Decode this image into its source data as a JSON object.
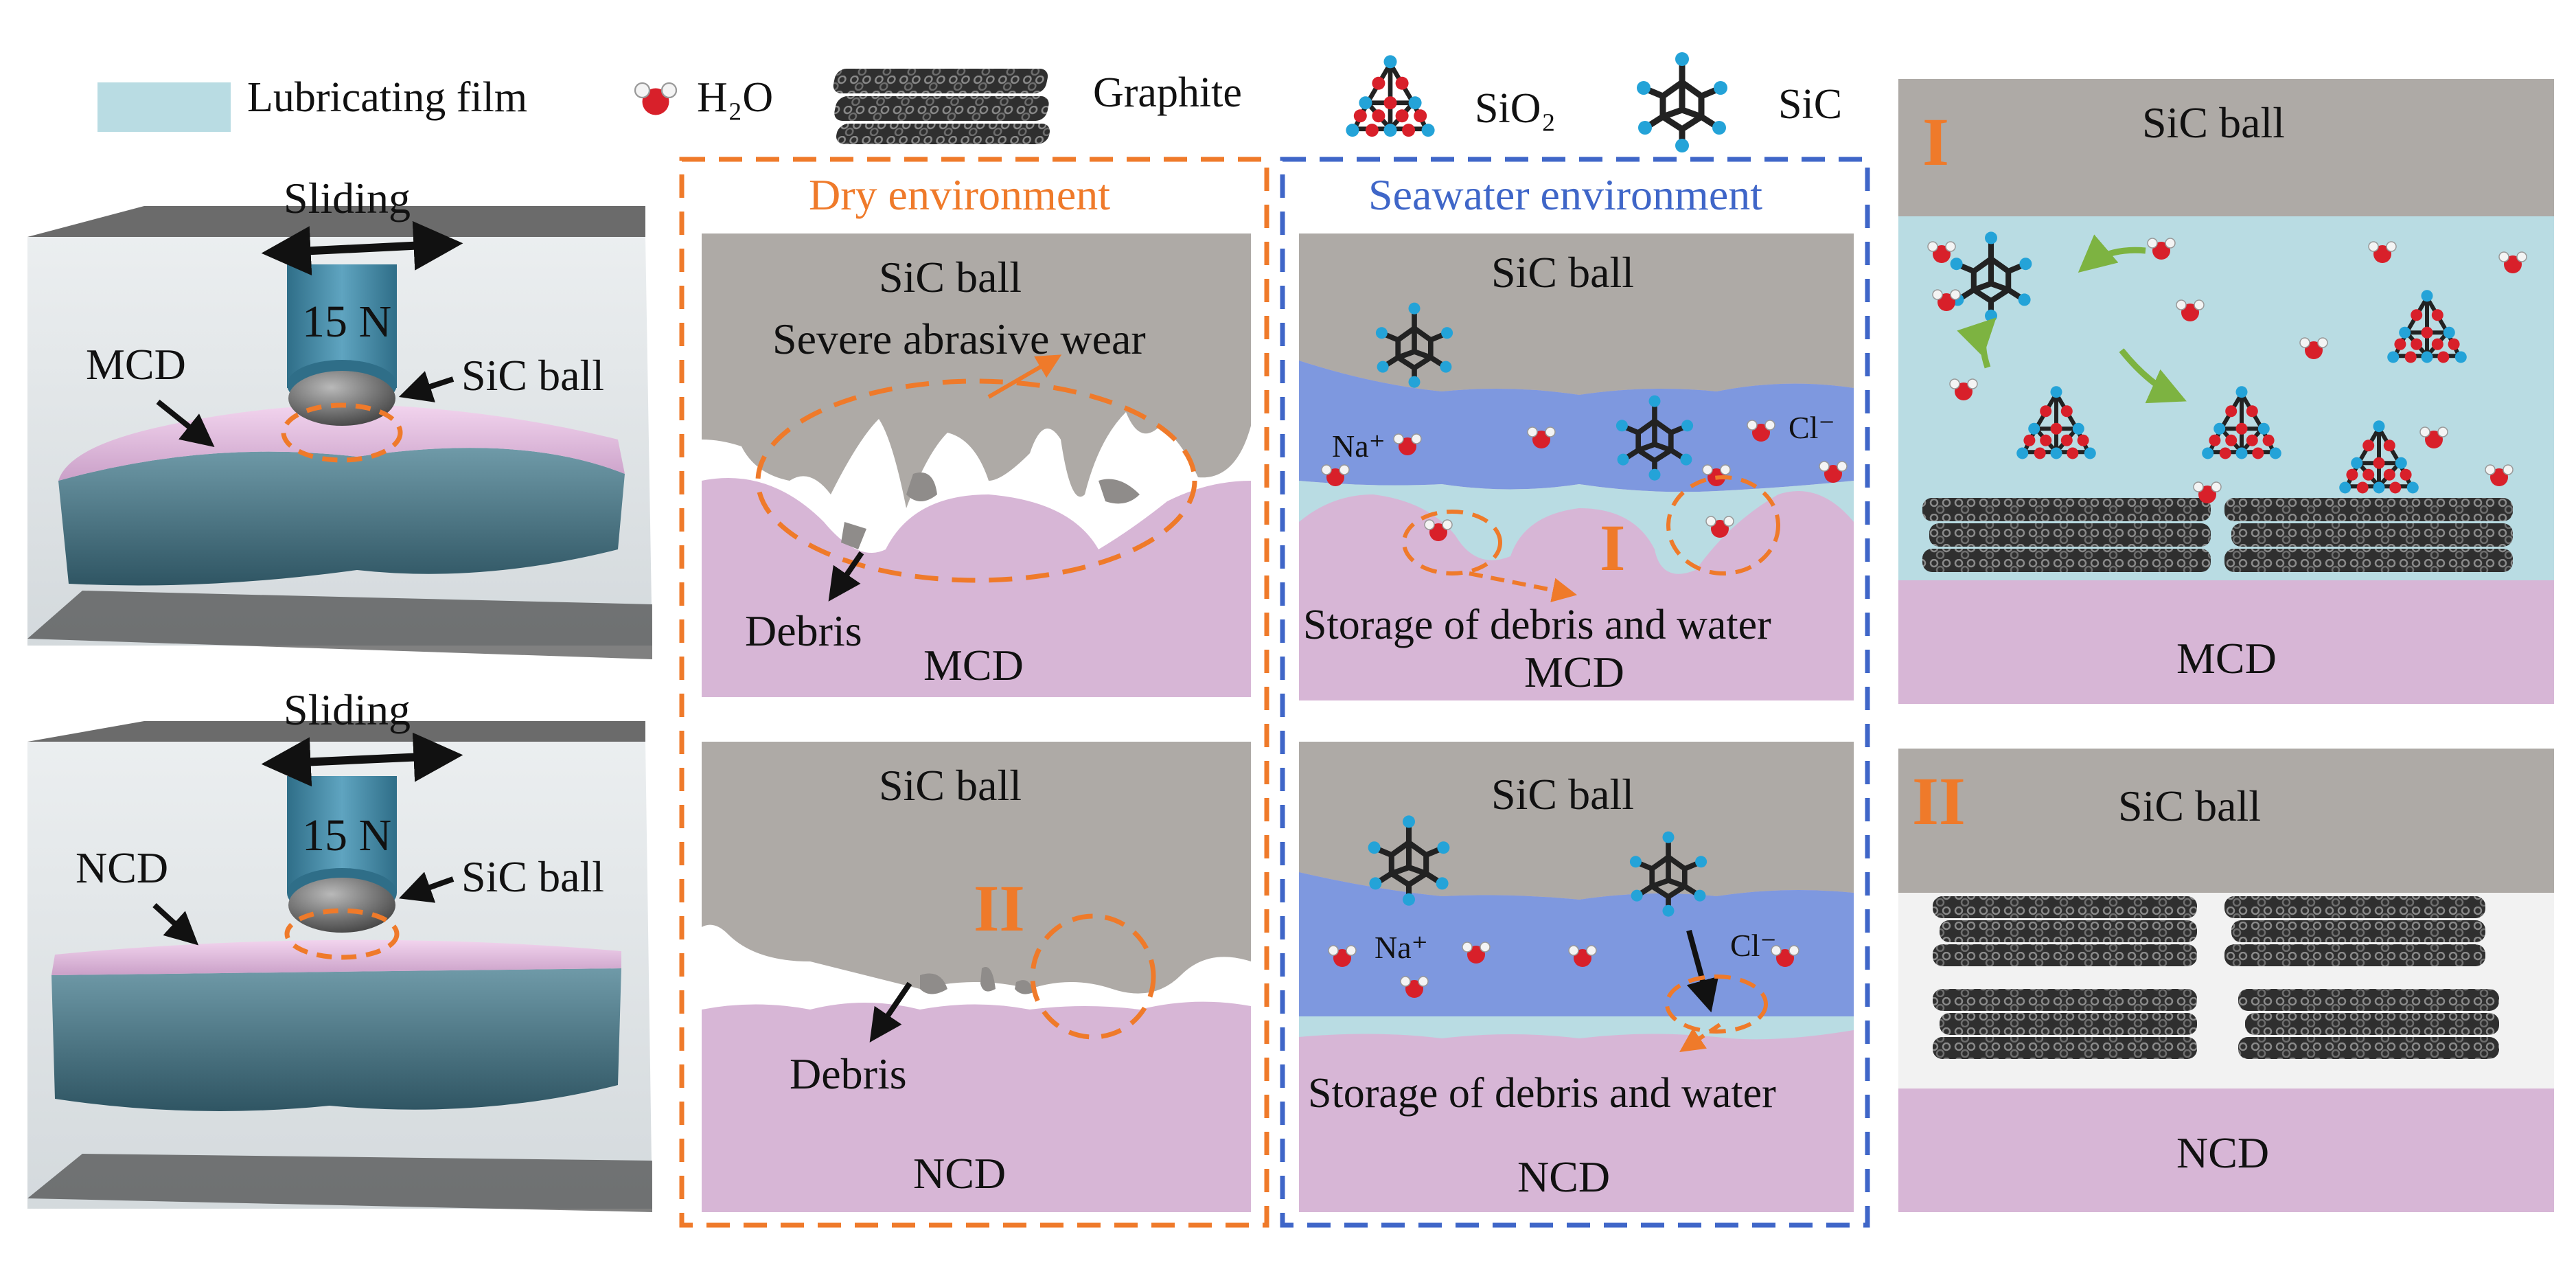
{
  "legend": {
    "lubricating_film": "Lubricating film",
    "water": "H₂O",
    "graphite": "Graphite",
    "silica": "SiO₂",
    "silicon_carbide": "SiC"
  },
  "left_column": {
    "top": {
      "sliding": "Sliding",
      "load": "15 N",
      "coating": "MCD",
      "ball": "SiC ball"
    },
    "bottom": {
      "sliding": "Sliding",
      "load": "15 N",
      "coating": "NCD",
      "ball": "SiC ball"
    }
  },
  "dry_panel": {
    "title": "Dry environment",
    "top": {
      "ball": "SiC ball",
      "note": "Severe abrasive wear",
      "debris": "Debris",
      "substrate": "MCD"
    },
    "bottom": {
      "ball": "SiC ball",
      "marker": "II",
      "debris": "Debris",
      "substrate": "NCD"
    }
  },
  "seawater_panel": {
    "title": "Seawater environment",
    "top": {
      "ball": "SiC ball",
      "sodium": "Na⁺",
      "chloride": "Cl⁻",
      "marker": "I",
      "storage": "Storage of debris and water",
      "substrate": "MCD"
    },
    "bottom": {
      "ball": "SiC ball",
      "sodium": "Na⁺",
      "chloride": "Cl⁻",
      "storage": "Storage of debris and water",
      "substrate": "NCD"
    }
  },
  "detail_panels": {
    "top": {
      "marker": "I",
      "ball": "SiC ball",
      "substrate": "MCD"
    },
    "bottom": {
      "marker": "II",
      "ball": "SiC ball",
      "substrate": "NCD"
    }
  },
  "colors": {
    "orange": "#ef7a2a",
    "blue": "#3f66c8",
    "ball_gray": "#aeaaa6",
    "substrate_pink": "#d7b6d6",
    "film_cyan": "#b9dce3",
    "seawater_blue": "#7e98df",
    "graphite": "#3a3a3a",
    "oxygen_red": "#d8202a",
    "silicon_cyan": "#24a3d8"
  }
}
